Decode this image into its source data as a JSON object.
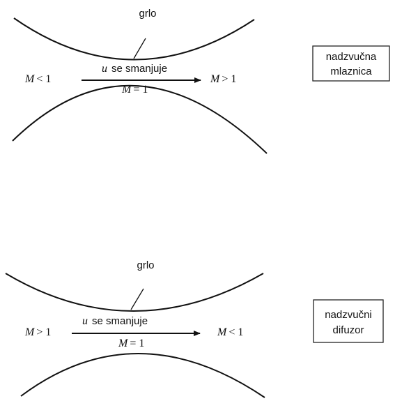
{
  "panels": [
    {
      "id": "nozzle",
      "throat_label": "grlo",
      "inlet_symbol": "M",
      "inlet_relation": "< 1",
      "outlet_symbol": "M",
      "outlet_relation": "> 1",
      "velocity_symbol": "u",
      "velocity_text": "se smanjuje",
      "throat_symbol": "M",
      "throat_relation": "= 1",
      "box_line1": "nadzvučna",
      "box_line2": "mlaznica"
    },
    {
      "id": "diffuser",
      "throat_label": "grlo",
      "inlet_symbol": "M",
      "inlet_relation": "> 1",
      "outlet_symbol": "M",
      "outlet_relation": "< 1",
      "velocity_symbol": "u",
      "velocity_text": "se smanjuje",
      "throat_symbol": "M",
      "throat_relation": "= 1",
      "box_line1": "nadzvučni",
      "box_line2": "difuzor"
    }
  ]
}
